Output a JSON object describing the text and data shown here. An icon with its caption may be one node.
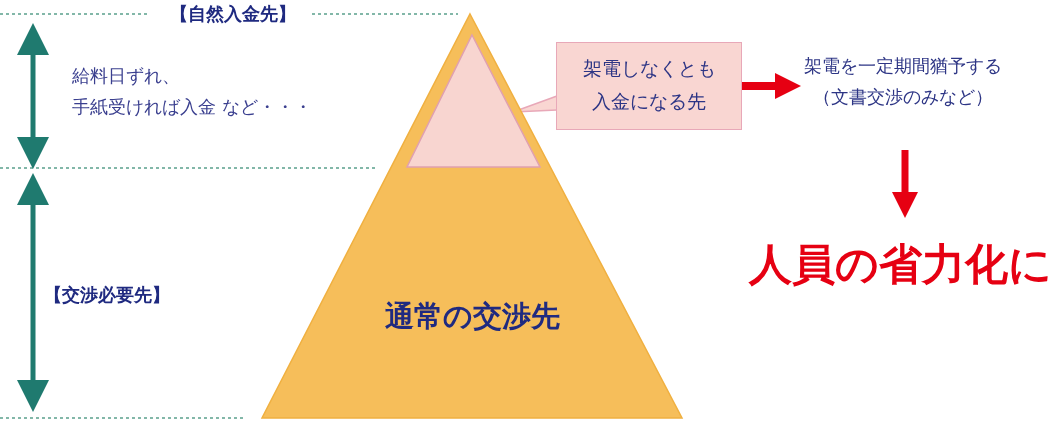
{
  "diagram": {
    "nodes": [
      {
        "text": [
          "通常の交渉先"
        ]
      },
      {
        "text": [],
        "shape": "triangle",
        "in": 0
      },
      {
        "text": [
          "架電しなくとも入金になる先"
        ]
      },
      {
        "text": [
          "架電を一定期間猶予する（文書交渉のみなど）"
        ]
      },
      {
        "text": [
          "人員の省力化に"
        ]
      }
    ],
    "edges": [
      {
        "from": 2,
        "to": 1,
        "arrow": "none",
        "color": "#e8a8b8"
      },
      {
        "from": 2,
        "to": 3,
        "arrow": "to"
      },
      {
        "from": 3,
        "to": 4,
        "arrow": "to"
      }
    ],
    "labels": [
      "【自然入金先】",
      "給料日ずれ、手紙受ければ入金 など・・・",
      "【交渉必要先】"
    ]
  }
}
